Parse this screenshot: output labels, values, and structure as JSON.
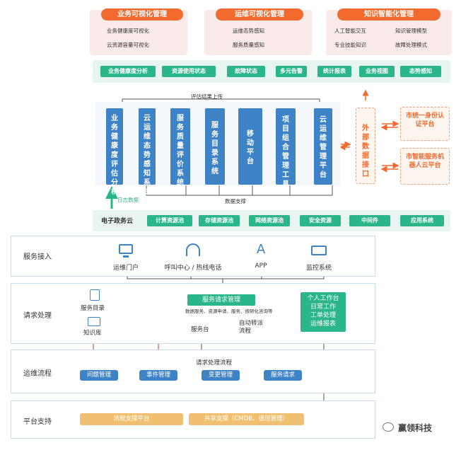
{
  "top_cards": [
    {
      "title": "业务可视化管理",
      "items": [
        "业务健康度可视化",
        "云资源容量可视化"
      ]
    },
    {
      "title": "运维可视化管理",
      "items": [
        "运维态势感知",
        "服务质量感知"
      ]
    },
    {
      "title": "知识智能化管理",
      "items": [
        "人工智能交互",
        "知识管理模型",
        "专业技能知识",
        "故障处理模式"
      ]
    }
  ],
  "analysis_bar": [
    "业务健康度分析",
    "资源使用状态",
    "故障状态",
    "多元告警",
    "统计报表",
    "业务视图",
    "态势感知"
  ],
  "feedback_label": "评估结果上传",
  "systems": [
    "业务健康度评估分析",
    "云运维态势感知系统",
    "服务质量评价系统",
    "服务目录系统",
    "移动平台",
    "项目组合管理工具",
    "云运维管理平台"
  ],
  "external_port": "外部数据接口",
  "external_platforms": [
    "市统一身份认证平台",
    "市智能服务机器人云平台"
  ],
  "log_label": "日志数据",
  "data_support_label": "数据支撑",
  "cloud_bar": {
    "title": "电子政务云",
    "items": [
      "计算资源池",
      "存储资源池",
      "网络资源池",
      "安全资源",
      "中间件",
      "应用系统"
    ]
  },
  "sections": {
    "service_access": {
      "label": "服务接入",
      "channels": [
        {
          "icon": "monitor-icon",
          "label": "运维门户"
        },
        {
          "icon": "headset-icon",
          "label": "呼叫中心 / 热线电话"
        },
        {
          "icon": "app-store-icon",
          "label": "APP"
        },
        {
          "icon": "monitor-system-icon",
          "label": "监控系统"
        }
      ]
    },
    "request_processing": {
      "label": "请求处理",
      "catalog": "服务目录",
      "knowledge": "知识库",
      "request_mgmt": "服务请求管理",
      "request_sub": "数据服务、资源申请、服务、按研化咨询等",
      "service_desk": "服务台",
      "auto_transfer": "自动转派流程",
      "workbench": [
        "个人工作台",
        "日常工作",
        "工单处理",
        "运维报表"
      ]
    },
    "ops_flow": {
      "label": "运维流程",
      "flow_title": "请求处理流程",
      "problem": "问题管理",
      "incident": "事件管理",
      "change": "变更管理",
      "request": "服务请求"
    },
    "platform": {
      "label": "平台支持",
      "process": "流程支撑平台",
      "shared": "共享支撑（CMDB、值班管理）"
    }
  },
  "watermark": "赢领科技"
}
